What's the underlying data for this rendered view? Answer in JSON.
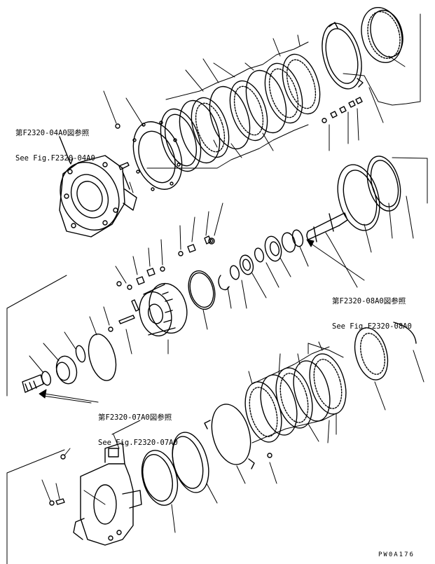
{
  "references": [
    {
      "jp": "第F2320-04A0図参照",
      "en": "See Fig.F2320-04A0"
    },
    {
      "jp": "第F2320-08A0図参照",
      "en": "See Fig.F2320-08A0"
    },
    {
      "jp": "第F2320-07A0図参照",
      "en": "See Fig.F2320-07A0"
    }
  ],
  "drawing_code": "PW0A176"
}
